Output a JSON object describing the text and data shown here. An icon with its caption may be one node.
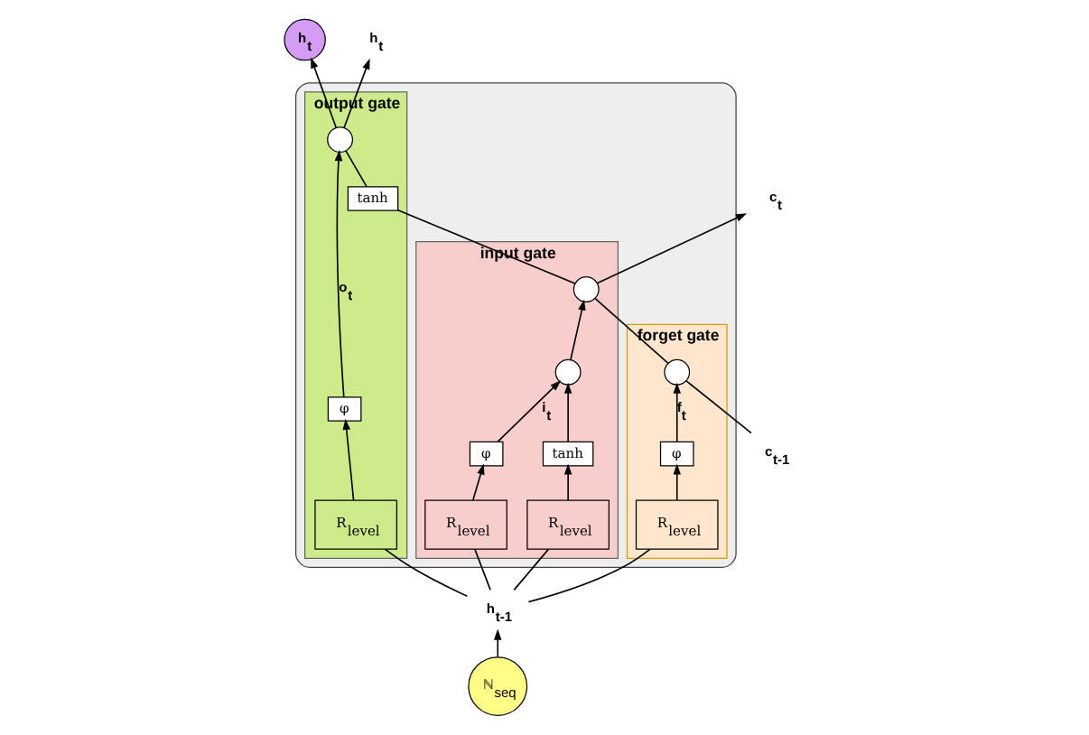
{
  "diagram": {
    "nodes": [
      {
        "text": [],
        "shape": "box"
      },
      {
        "text": [
          "forget gate"
        ],
        "in": 0
      },
      {
        "text": [
          "input gate"
        ],
        "in": 0
      },
      {
        "text": [
          "output gate"
        ],
        "in": 0
      },
      {
        "text": [
          "c$_{t-1}$"
        ]
      },
      {
        "text": [],
        "shape": "circle",
        "in": 1
      },
      {
        "text": [
          "φ"
        ],
        "in": 1
      },
      {
        "text": [
          "R$_{level}$"
        ],
        "in": 1
      },
      {
        "text": [],
        "shape": "circle",
        "in": 2
      },
      {
        "text": [],
        "shape": "circle",
        "in": 2
      },
      {
        "text": [
          "φ"
        ],
        "in": 2
      },
      {
        "text": [
          "tanh"
        ],
        "in": 2
      },
      {
        "text": [
          "R$_{level}$"
        ],
        "in": 2
      },
      {
        "text": [
          "R$_{level}$"
        ],
        "in": 2
      },
      {
        "text": [
          "tanh"
        ],
        "in": 3
      },
      {
        "text": [],
        "shape": "circle",
        "in": 3
      },
      {
        "text": [
          "φ"
        ],
        "in": 3
      },
      {
        "text": [
          "R$_{level}$"
        ],
        "in": 3
      },
      {
        "text": [
          "c$_{t}$"
        ]
      },
      {
        "text": [
          "h$_{t}$"
        ]
      },
      {
        "text": [
          "h$_{t}$"
        ]
      },
      {
        "text": [
          "h$_{t-1}$"
        ]
      },
      {
        "text": [
          "ℕ$_{seq}$"
        ]
      }
    ],
    "edges": [
      {
        "from": 4,
        "to": 5,
        "arrow": "none"
      },
      {
        "from": 5,
        "to": 8,
        "arrow": "none"
      },
      {
        "from": 8,
        "to": 18,
        "arrow": "to"
      },
      {
        "from": 8,
        "to": 14,
        "arrow": "none"
      },
      {
        "from": 7,
        "to": 6,
        "arrow": "to"
      },
      {
        "from": 6,
        "to": 5,
        "arrow": "to",
        "label": "f$_{t}$"
      },
      {
        "from": 12,
        "to": 10,
        "arrow": "to"
      },
      {
        "from": 10,
        "to": 9,
        "arrow": "to",
        "label": "i$_{t}$"
      },
      {
        "from": 13,
        "to": 11,
        "arrow": "to"
      },
      {
        "from": 11,
        "to": 9,
        "arrow": "to"
      },
      {
        "from": 9,
        "to": 8,
        "arrow": "to"
      },
      {
        "from": 14,
        "to": 15,
        "arrow": "none"
      },
      {
        "from": 17,
        "to": 16,
        "arrow": "to"
      },
      {
        "from": 16,
        "to": 15,
        "arrow": "to",
        "label": "o$_{t}$"
      },
      {
        "from": 15,
        "to": 20,
        "arrow": "to"
      },
      {
        "from": 15,
        "to": 19,
        "arrow": "to"
      },
      {
        "from": 21,
        "to": 7,
        "arrow": "none"
      },
      {
        "from": 21,
        "to": 12,
        "arrow": "none"
      },
      {
        "from": 21,
        "to": 13,
        "arrow": "none"
      },
      {
        "from": 21,
        "to": 17,
        "arrow": "none"
      },
      {
        "from": 22,
        "to": 21,
        "arrow": "to"
      }
    ]
  }
}
